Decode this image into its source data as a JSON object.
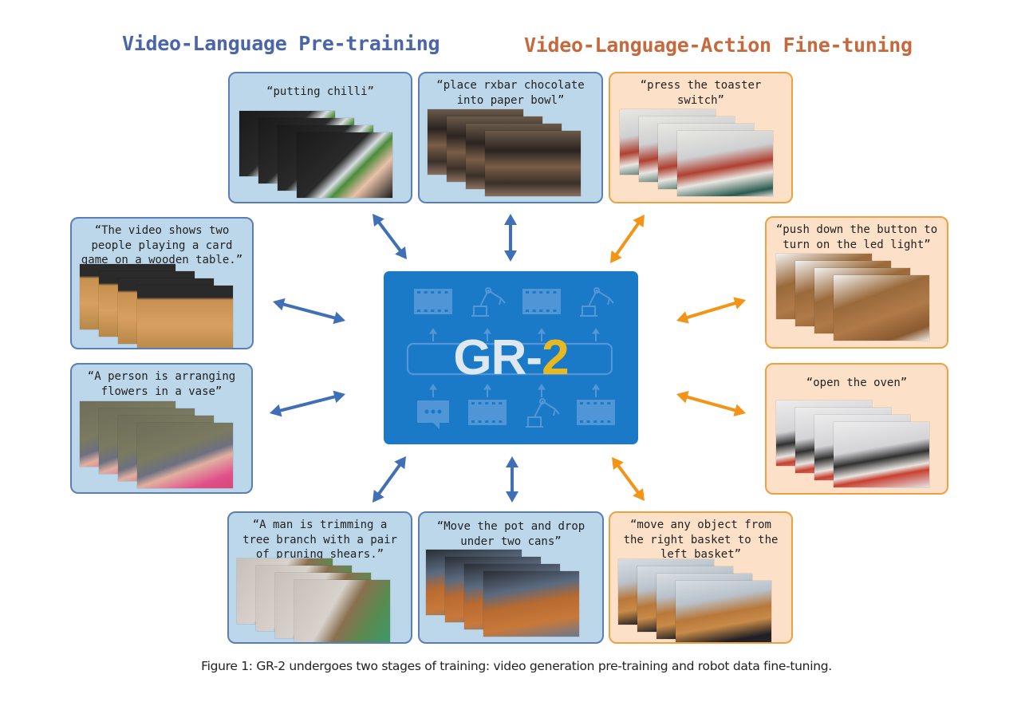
{
  "headings": {
    "pretraining": "Video-Language Pre-training",
    "finetuning": "Video-Language-Action Fine-tuning"
  },
  "colors": {
    "pretraining_text": "#4a66a8",
    "finetuning_text": "#c66a3e",
    "pretraining_card_bg": "#bcd6ea",
    "pretraining_card_border": "#5a7fb8",
    "finetuning_card_bg": "#fde0c8",
    "finetuning_card_border": "#f0a040",
    "blue_arrow": "#3f6fb5",
    "orange_arrow": "#f39417",
    "model_box": "#1b7ac8",
    "model_accent": "#e8b820"
  },
  "model": {
    "name_main": "GR-",
    "name_accent": "2",
    "input_icons": [
      "speech-bubble-icon",
      "film-strip-icon",
      "robot-arm-icon",
      "film-strip-icon"
    ],
    "output_icons": [
      "film-strip-icon",
      "robot-arm-icon",
      "film-strip-icon",
      "robot-arm-icon"
    ]
  },
  "pretraining_cards": [
    {
      "id": "putting-chilli",
      "text": "“putting chilli”",
      "scene": "hand placing green chilli into bowl on dark surface"
    },
    {
      "id": "rxbar",
      "text": "“place rxbar chocolate\ninto paper bowl”",
      "scene": "kitchen counter with robot"
    },
    {
      "id": "card-game",
      "text": "“The video shows two\npeople playing a card\ngame on a wooden table.”",
      "scene": "hands holding cards on wooden table"
    },
    {
      "id": "flowers",
      "text": "“A person is arranging\nflowers in a vase”",
      "scene": "hands arranging pink flowers"
    },
    {
      "id": "trimming",
      "text": "“A man is trimming a\ntree branch with a pair\nof pruning shears.”",
      "scene": "pruning shears near wall"
    },
    {
      "id": "pot",
      "text": "“Move the pot and drop\nunder two cans”",
      "scene": "wooden counter with red pot"
    }
  ],
  "finetuning_cards": [
    {
      "id": "toaster",
      "text": "“press the toaster\nswitch”",
      "scene": "robot arm pressing toaster switch"
    },
    {
      "id": "led",
      "text": "“push down the button to\nturn on the led light”",
      "scene": "simulated robot at wooden desk"
    },
    {
      "id": "oven",
      "text": "“open the oven”",
      "scene": "robot arm opening toaster oven"
    },
    {
      "id": "basket",
      "text": "“move any object from\nthe right basket to the\nleft basket”",
      "scene": "robot moving object between baskets"
    }
  ],
  "figure_caption": "Figure 1: GR-2 undergoes two stages of training: video generation pre-training and robot data fine-tuning."
}
